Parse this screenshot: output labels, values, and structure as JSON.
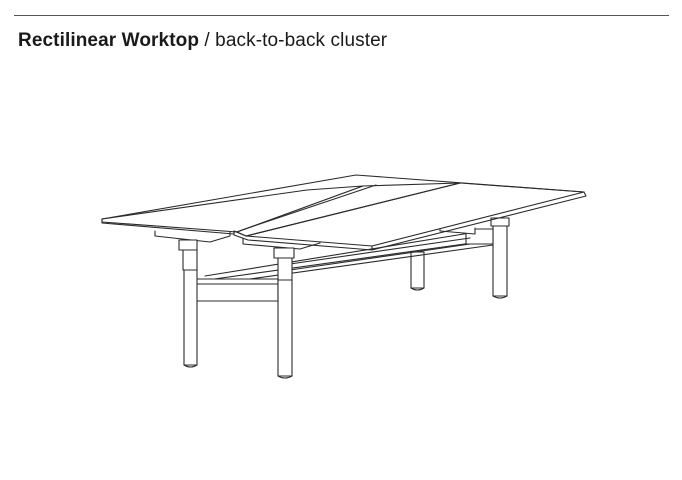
{
  "header": {
    "title": "Rectilinear Worktop",
    "separator": " / ",
    "subtitle": "back-to-back cluster"
  },
  "illustration": {
    "subject": "desk-cluster-line-drawing",
    "stroke_color": "#2b2b2b",
    "background_color": "#ffffff"
  }
}
